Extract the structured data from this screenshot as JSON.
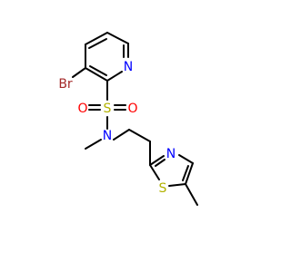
{
  "atoms": {
    "br": "Br",
    "n_pyridine": "N",
    "s_sulfonyl": "S",
    "o_left": "O",
    "o_right": "O",
    "n_amide": "N",
    "n_thiazole": "N",
    "s_thiazole": "S"
  },
  "colors": {
    "bond": "#000000",
    "bromine": "#a52a2a",
    "nitrogen": "#0000ff",
    "sulfur": "#b2b200",
    "oxygen": "#ff0000",
    "background": "#ffffff"
  }
}
